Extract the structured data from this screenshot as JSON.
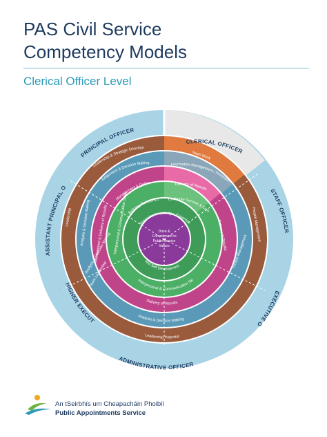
{
  "header": {
    "title_line1": "PAS Civil Service",
    "title_line2": "Competency Models",
    "subtitle": "Clerical Officer Level"
  },
  "colors": {
    "outer_ring": "#a8d4e6",
    "outer_ring_highlight": "#e5e5e5",
    "brown": "#9a5a3c",
    "orange": "#e07a3e",
    "steel_blue": "#5a9ab8",
    "light_blue": "#7cb8d2",
    "magenta": "#c0448a",
    "pink": "#e86aa6",
    "green": "#4caf66",
    "green_light": "#6cc27c",
    "purple": "#8a3a9a",
    "white": "#ffffff"
  },
  "diagram": {
    "levels": [
      {
        "label": "CLERICAL OFFICER",
        "highlight": true
      },
      {
        "label": "STAFF OFFICER",
        "highlight": false
      },
      {
        "label": "EXECUTIVE OFFICER",
        "highlight": false
      },
      {
        "label": "ADMINISTRATIVE OFFICER",
        "highlight": false
      },
      {
        "label": "HIGHER EXECUTIVE OFFICER",
        "highlight": false
      },
      {
        "label": "ASSISTANT PRINCIPAL OFFICER",
        "highlight": false
      },
      {
        "label": "PRINCIPAL OFFICER",
        "highlight": false
      }
    ],
    "ring_labels": {
      "team_work": "Team Work",
      "info_mgmt": "Information Management / Processing",
      "delivery": "Delivery of Results",
      "customer_service": "Customer Service & Communication Skills",
      "specialist": "Specialist Knowledge, Expertise",
      "self_dev": "and Self Development",
      "centre": "Drive & Commitment to Public Service Values",
      "people_mgmt": "People Management",
      "analysis_dm": "Analysis & Decision Making",
      "interpersonal": "Interpersonal & Communication Skills",
      "leadership_potential": "Leadership Potential",
      "team_leadership": "Team Leadership",
      "leadership": "Leadership",
      "leadership_strategic": "Leadership & Strategic Direction",
      "judgement": "Judgement & Decision Making",
      "mgmt_delivery": "Management & Delivery of Results",
      "building_relationships": "Building Relationships & Communication",
      "mgmt_dev": "Management & Delivery of Results",
      "interpersonal_2": "Interpersonal & Communication Skills",
      "delivery_2": "Delivery of Results",
      "analysis_dm_2": "Analysis & Decision Making",
      "specialist_2": "Specialist Knowledge, Expertise & Self Development"
    }
  },
  "footer": {
    "org_irish": "An tSeirbhís um Cheapacháin Phoiblí",
    "org_english": "Public Appointments Service"
  }
}
